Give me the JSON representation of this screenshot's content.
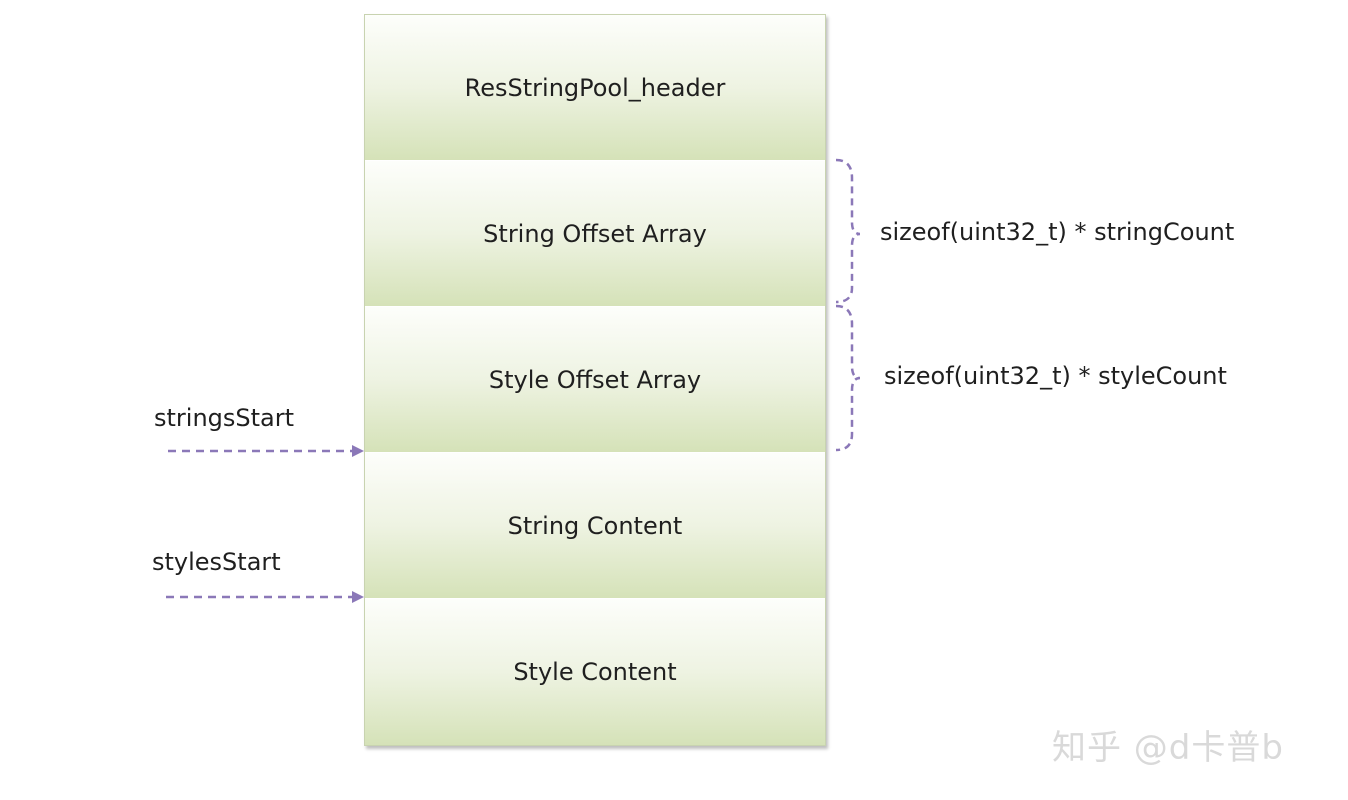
{
  "blocks": [
    {
      "label": "ResStringPool_header"
    },
    {
      "label": "String Offset Array"
    },
    {
      "label": "Style Offset Array"
    },
    {
      "label": "String Content"
    },
    {
      "label": "Style Content"
    }
  ],
  "pointers": {
    "strings_start": "stringsStart",
    "styles_start": "stylesStart"
  },
  "braces": {
    "string_offsets_size": "sizeof(uint32_t) * stringCount",
    "style_offsets_size": "sizeof(uint32_t) * styleCount"
  },
  "watermark": "知乎 @d卡普b",
  "colors": {
    "arrow": "#8b78b8",
    "block_top": "#fdfefb",
    "block_bottom": "#d5e2b8"
  }
}
